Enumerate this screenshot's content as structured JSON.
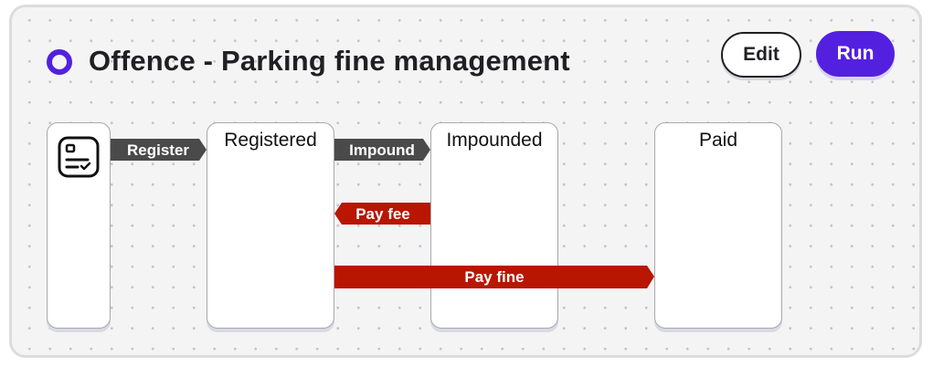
{
  "header": {
    "title": "Offence - Parking fine management",
    "edit_label": "Edit",
    "run_label": "Run",
    "accent_color": "#5420e0"
  },
  "states": [
    {
      "name": "Registered"
    },
    {
      "name": "Impounded"
    },
    {
      "name": "Paid"
    }
  ],
  "start": {
    "icon": "checklist-icon"
  },
  "transitions": [
    {
      "label": "Register",
      "from": "start",
      "to": "Registered",
      "color": "#4a4a4a"
    },
    {
      "label": "Impound",
      "from": "Registered",
      "to": "Impounded",
      "color": "#4a4a4a"
    },
    {
      "label": "Pay fee",
      "from": "Impounded",
      "to": "Registered",
      "color": "#b81600"
    },
    {
      "label": "Pay fine",
      "from": "Registered",
      "to": "Paid",
      "color": "#b81600"
    }
  ]
}
